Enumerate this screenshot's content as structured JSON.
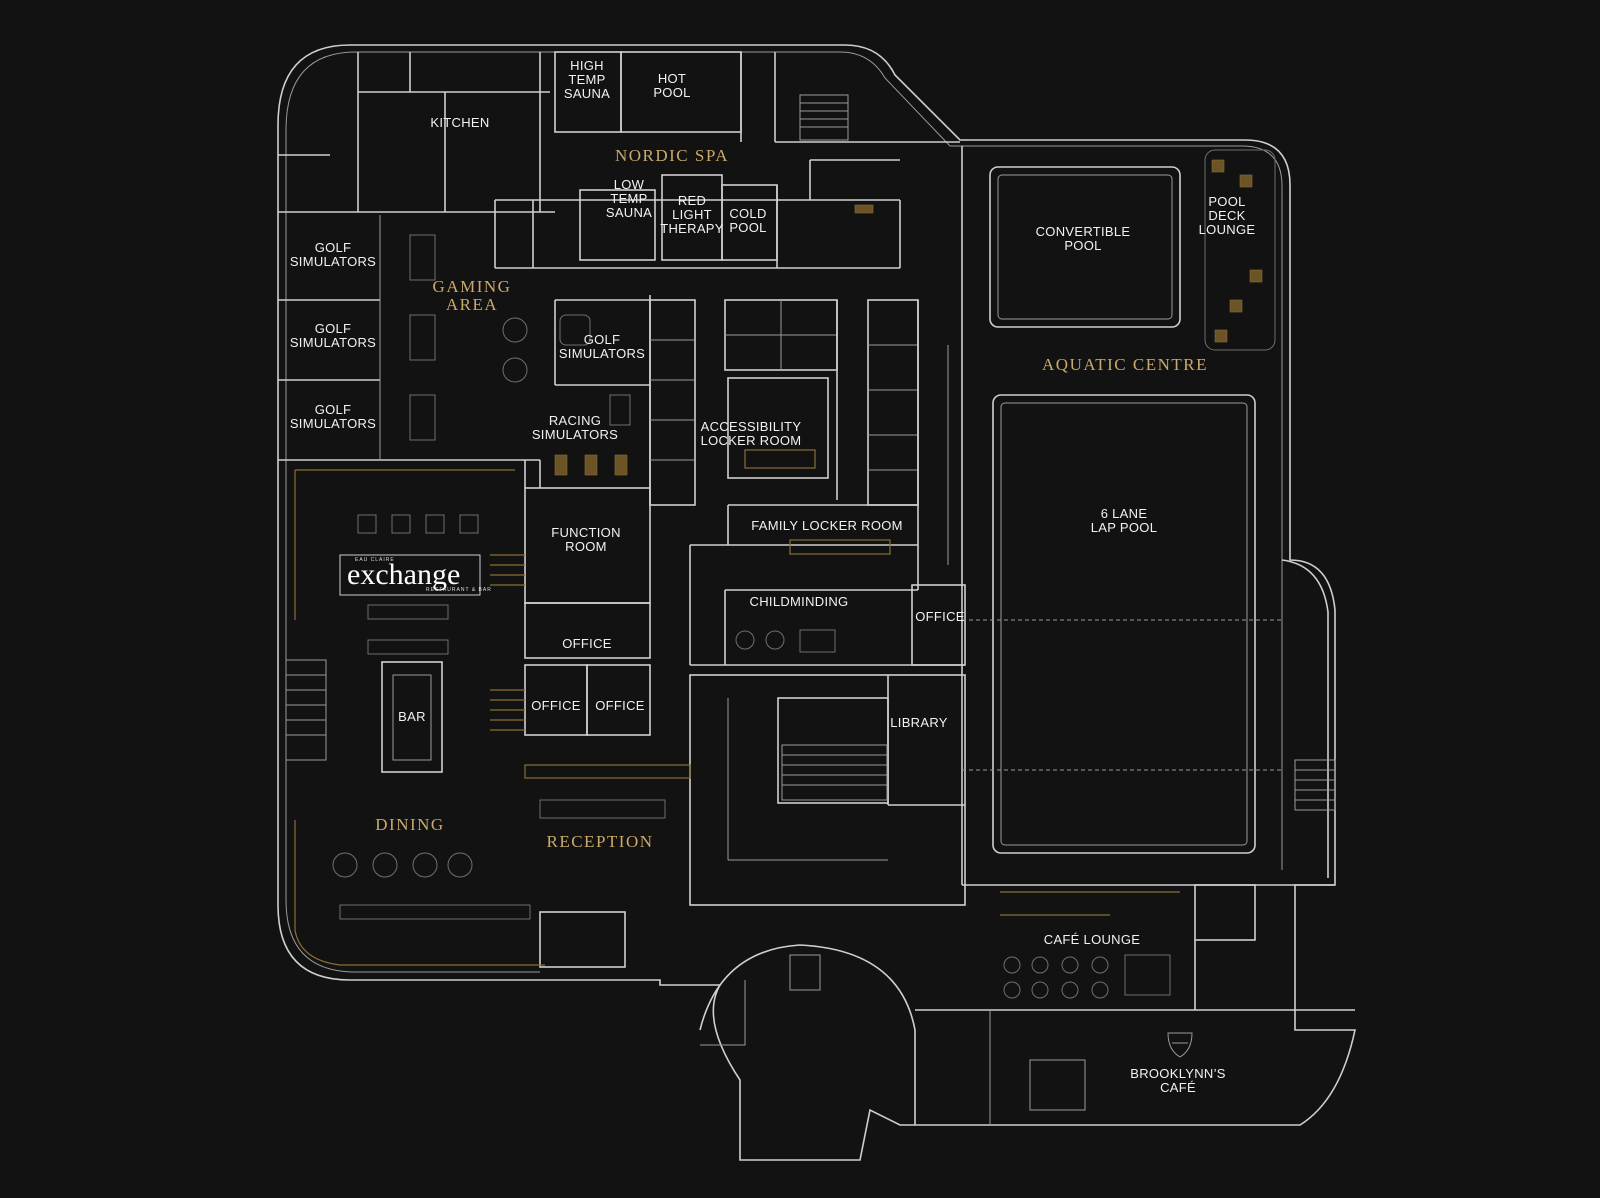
{
  "rooms": {
    "high_temp_sauna": [
      "HIGH",
      "TEMP",
      "SAUNA"
    ],
    "hot_pool": [
      "HOT",
      "POOL"
    ],
    "kitchen": [
      "KITCHEN"
    ],
    "low_temp_sauna": [
      "LOW",
      "TEMP",
      "SAUNA"
    ],
    "red_light_therapy": [
      "RED",
      "LIGHT",
      "THERAPY"
    ],
    "cold_pool": [
      "COLD",
      "POOL"
    ],
    "convertible_pool": [
      "CONVERTIBLE",
      "POOL"
    ],
    "pool_deck_lounge": [
      "POOL",
      "DECK",
      "LOUNGE"
    ],
    "golf_simulators_1": [
      "GOLF",
      "SIMULATORS"
    ],
    "golf_simulators_2": [
      "GOLF",
      "SIMULATORS"
    ],
    "golf_simulators_3": [
      "GOLF",
      "SIMULATORS"
    ],
    "golf_simulators_4": [
      "GOLF",
      "SIMULATORS"
    ],
    "racing_simulators": [
      "RACING",
      "SIMULATORS"
    ],
    "accessibility_locker_room": [
      "ACCESSIBILITY",
      "LOCKER ROOM"
    ],
    "family_locker_room": [
      "FAMILY LOCKER ROOM"
    ],
    "function_room": [
      "FUNCTION",
      "ROOM"
    ],
    "lap_pool": [
      "6 LANE",
      "LAP POOL"
    ],
    "childminding": [
      "CHILDMINDING"
    ],
    "office_pool": [
      "OFFICE"
    ],
    "office_1": [
      "OFFICE"
    ],
    "office_2": [
      "OFFICE"
    ],
    "office_3": [
      "OFFICE"
    ],
    "bar": [
      "BAR"
    ],
    "library": [
      "LIBRARY"
    ],
    "cafe_lounge": [
      "CAFÉ LOUNGE"
    ],
    "brooklynns_cafe": [
      "BROOKLYNN’S",
      "CAFÉ"
    ]
  },
  "areas": {
    "nordic_spa": [
      "NORDIC SPA"
    ],
    "gaming_area": [
      "GAMING",
      "AREA"
    ],
    "aquatic_centre": [
      "AQUATIC CENTRE"
    ],
    "dining": [
      "DINING"
    ],
    "reception": [
      "RECEPTION"
    ]
  },
  "brand": {
    "name": "exchange",
    "top_line": "EAU CLAIRE",
    "bottom_line": "RESTAURANT & BAR"
  },
  "colors": {
    "background": "#121212",
    "walls": "#cfcfcf",
    "accent_gold": "#c9aa6a"
  }
}
